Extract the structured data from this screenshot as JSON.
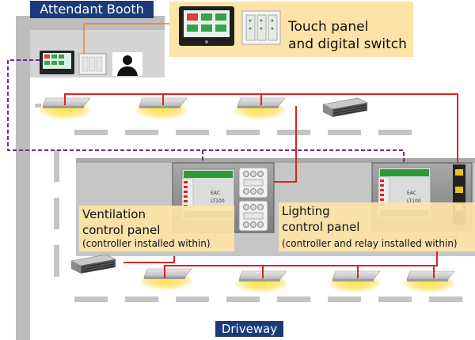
{
  "labels": {
    "booth": "Attendant Booth",
    "touch_panel": "Touch panel",
    "digital_switch": "and digital switch",
    "vent_title_1": "Ventilation",
    "vent_title_2": "control panel",
    "vent_note": "(controller installed within)",
    "light_title_1": "Lighting",
    "light_title_2": "control panel",
    "light_note": "(controller and relay installed within)",
    "driveway": "Driveway"
  },
  "device_text": {
    "vent_controller_brand": "EAC",
    "vent_controller_model": "LT100",
    "light_controller_brand": "EAC",
    "light_controller_model": "LT100"
  },
  "colors": {
    "booth_tag": "#1c3a7a",
    "driveway_tag": "#1c3a7a",
    "wire_red": "#e02020",
    "wire_orange": "#f08020",
    "wire_purple": "#6a2c91",
    "label_box": "#fde3a7",
    "floor_gray": "#bdbdbd"
  }
}
